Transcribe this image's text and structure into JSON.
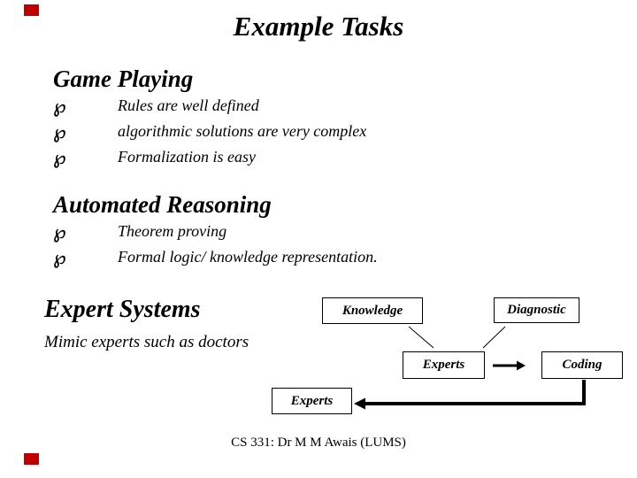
{
  "slide": {
    "title": "Example Tasks",
    "footer": "CS 331: Dr M M Awais (LUMS)",
    "marker_color": "#c00000"
  },
  "icons": {
    "bullet_glyph": "℘"
  },
  "sections": {
    "game_playing": {
      "heading": "Game Playing",
      "bullets": [
        "Rules are well defined",
        "algorithmic solutions are very complex",
        "Formalization is easy"
      ]
    },
    "automated_reasoning": {
      "heading": "Automated Reasoning",
      "bullets": [
        "Theorem proving",
        "Formal logic/ knowledge representation."
      ]
    },
    "expert_systems": {
      "heading": "Expert Systems",
      "subtext": "Mimic experts such as doctors"
    }
  },
  "diagram": {
    "boxes": {
      "knowledge": "Knowledge",
      "diagnostic": "Diagnostic",
      "experts_upper": "Experts",
      "coding": "Coding",
      "experts_lower": "Experts"
    }
  }
}
